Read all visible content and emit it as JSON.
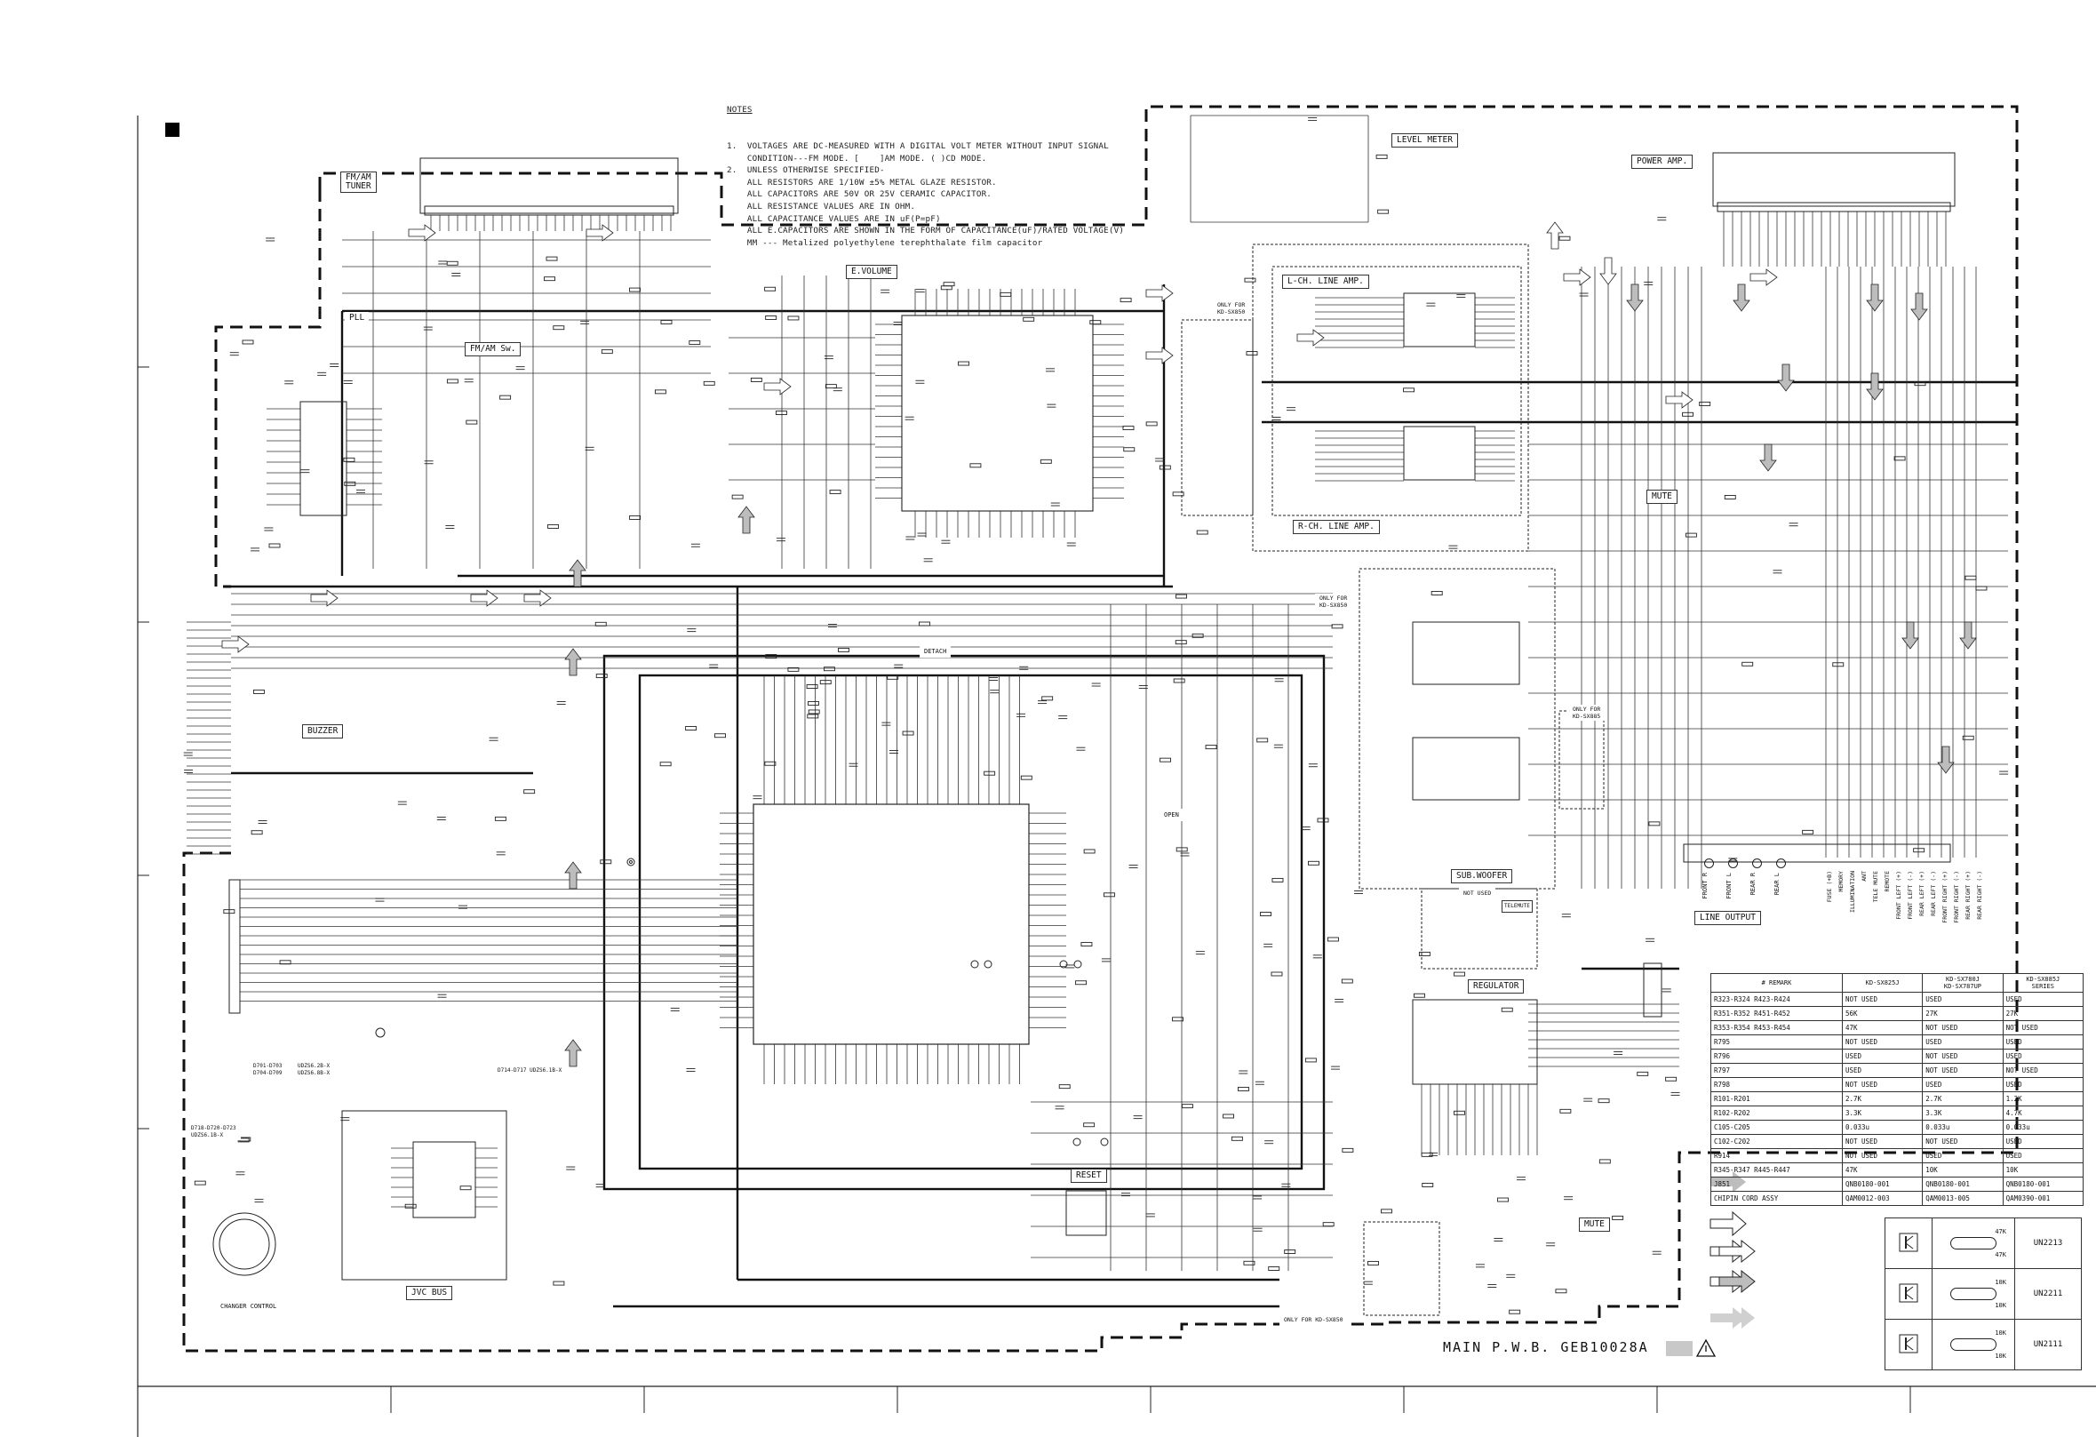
{
  "notes": {
    "title": "NOTES",
    "lines": [
      "1.  VOLTAGES ARE DC-MEASURED WITH A DIGITAL VOLT METER WITHOUT INPUT SIGNAL",
      "    CONDITION---FM MODE. [    ]AM MODE. ( )CD MODE.",
      "2.  UNLESS OTHERWISE SPECIFIED-",
      "    ALL RESISTORS ARE 1/10W ±5% METAL GLAZE RESISTOR.",
      "    ALL CAPACITORS ARE 50V OR 25V CERAMIC CAPACITOR.",
      "    ALL RESISTANCE VALUES ARE IN OHM.",
      "    ALL CAPACITANCE VALUES ARE IN uF(P=pF)",
      "    ALL E.CAPACITORS ARE SHOWN IN THE FORM OF CAPACITANCE(uF)/RATED VOLTAGE(V)",
      "    MM --- Metalized polyethylene terephthalate film capacitor"
    ]
  },
  "blocks": {
    "fm_am_tuner": "FM/AM\nTUNER",
    "fm_am_sw": "FM/AM Sw.",
    "pll": "PLL",
    "e_volume": "E.VOLUME",
    "level_meter": "LEVEL METER",
    "power_amp": "POWER AMP.",
    "l_ch_line_amp": "L-CH. LINE AMP.",
    "r_ch_line_amp": "R-CH. LINE AMP.",
    "mute": "MUTE",
    "buzzer": "BUZZER",
    "sub_woofer": "SUB.WOOFER",
    "regulator": "REGULATOR",
    "reset": "RESET",
    "jvc_bus": "JVC BUS",
    "mute2": "MUTE",
    "line_output": "LINE OUTPUT",
    "changer_control": "CHANGER CONTROL",
    "detach": "DETACH",
    "open": "OPEN",
    "only_for_1": "ONLY FOR\nKD-SX850",
    "only_for_2": "ONLY FOR\nKD-SX850",
    "only_for_3": "ONLY FOR\nKD-SX885",
    "only_for_4": "ONLY FOR KD-SX850",
    "not_used": "NOT USED",
    "telemute": "TELEMUTE"
  },
  "footer": {
    "board": "MAIN P.W.B. GEB10028A"
  },
  "legend_table": {
    "headers": [
      "# REMARK",
      "KD-SX825J",
      "KD-SX780J\nKD-SX787UP",
      "KD-SX885J\nSERIES"
    ],
    "rows": [
      [
        "R323-R324 R423-R424",
        "NOT USED",
        "USED",
        "USED"
      ],
      [
        "R351-R352 R451-R452",
        "56K",
        "27K",
        "27K"
      ],
      [
        "R353-R354 R453-R454",
        "47K",
        "NOT USED",
        "NOT USED"
      ],
      [
        "R795",
        "NOT USED",
        "USED",
        "USED"
      ],
      [
        "R796",
        "USED",
        "NOT USED",
        "USED"
      ],
      [
        "R797",
        "USED",
        "NOT USED",
        "NOT USED"
      ],
      [
        "R798",
        "NOT USED",
        "USED",
        "USED"
      ],
      [
        "R101-R201",
        "2.7K",
        "2.7K",
        "1.2K"
      ],
      [
        "R102-R202",
        "3.3K",
        "3.3K",
        "4.7K"
      ],
      [
        "C105-C205",
        "0.033u",
        "0.033u",
        "0.033u"
      ],
      [
        "C102-C202",
        "NOT USED",
        "NOT USED",
        "USED"
      ],
      [
        "R914",
        "NOT USED",
        "USED",
        "USED"
      ],
      [
        "R345-R347 R445-R447",
        "47K",
        "10K",
        "10K"
      ],
      [
        "J851",
        "QNB0180-001",
        "QNB0180-001",
        "QNB0180-001"
      ],
      [
        "CHIPIN CORD ASSY",
        "QAM0012-003",
        "QAM0013-005",
        "QAM0390-001"
      ]
    ]
  },
  "transistor_table": [
    {
      "r1": "47K",
      "r2": "47K",
      "part": "UN2213"
    },
    {
      "r1": "10K",
      "r2": "10K",
      "part": "UN2211"
    },
    {
      "r1": "10K",
      "r2": "10K",
      "part": "UN2111"
    }
  ],
  "line_output_pins": [
    "FRONT R",
    "FRONT L",
    "REAR R",
    "REAR L"
  ],
  "power_connector_pins": [
    "FUSE (+B)",
    "MEMORY",
    "ILLUMINATION",
    "ANT",
    "TELE MUTE",
    "REMOTE",
    "FRONT LEFT (+)",
    "FRONT LEFT (-)",
    "REAR LEFT (+)",
    "REAR LEFT (-)",
    "FRONT RIGHT (+)",
    "FRONT RIGHT (-)",
    "REAR RIGHT (+)",
    "REAR RIGHT (-)"
  ],
  "diode_labels": {
    "d1": "D701-D703\nD704-D709",
    "d2": "UDZS6.2B-X\nUDZS6.8B-X",
    "d3": "D714-D717  UDZS6.1B-X",
    "d4": "D718-D720-D723\nUDZS6.1B-X"
  },
  "colors": {
    "line": "#222222",
    "dashed": "#111111",
    "arrow_fill": "#bdbdbd",
    "page": "#ffffff"
  }
}
